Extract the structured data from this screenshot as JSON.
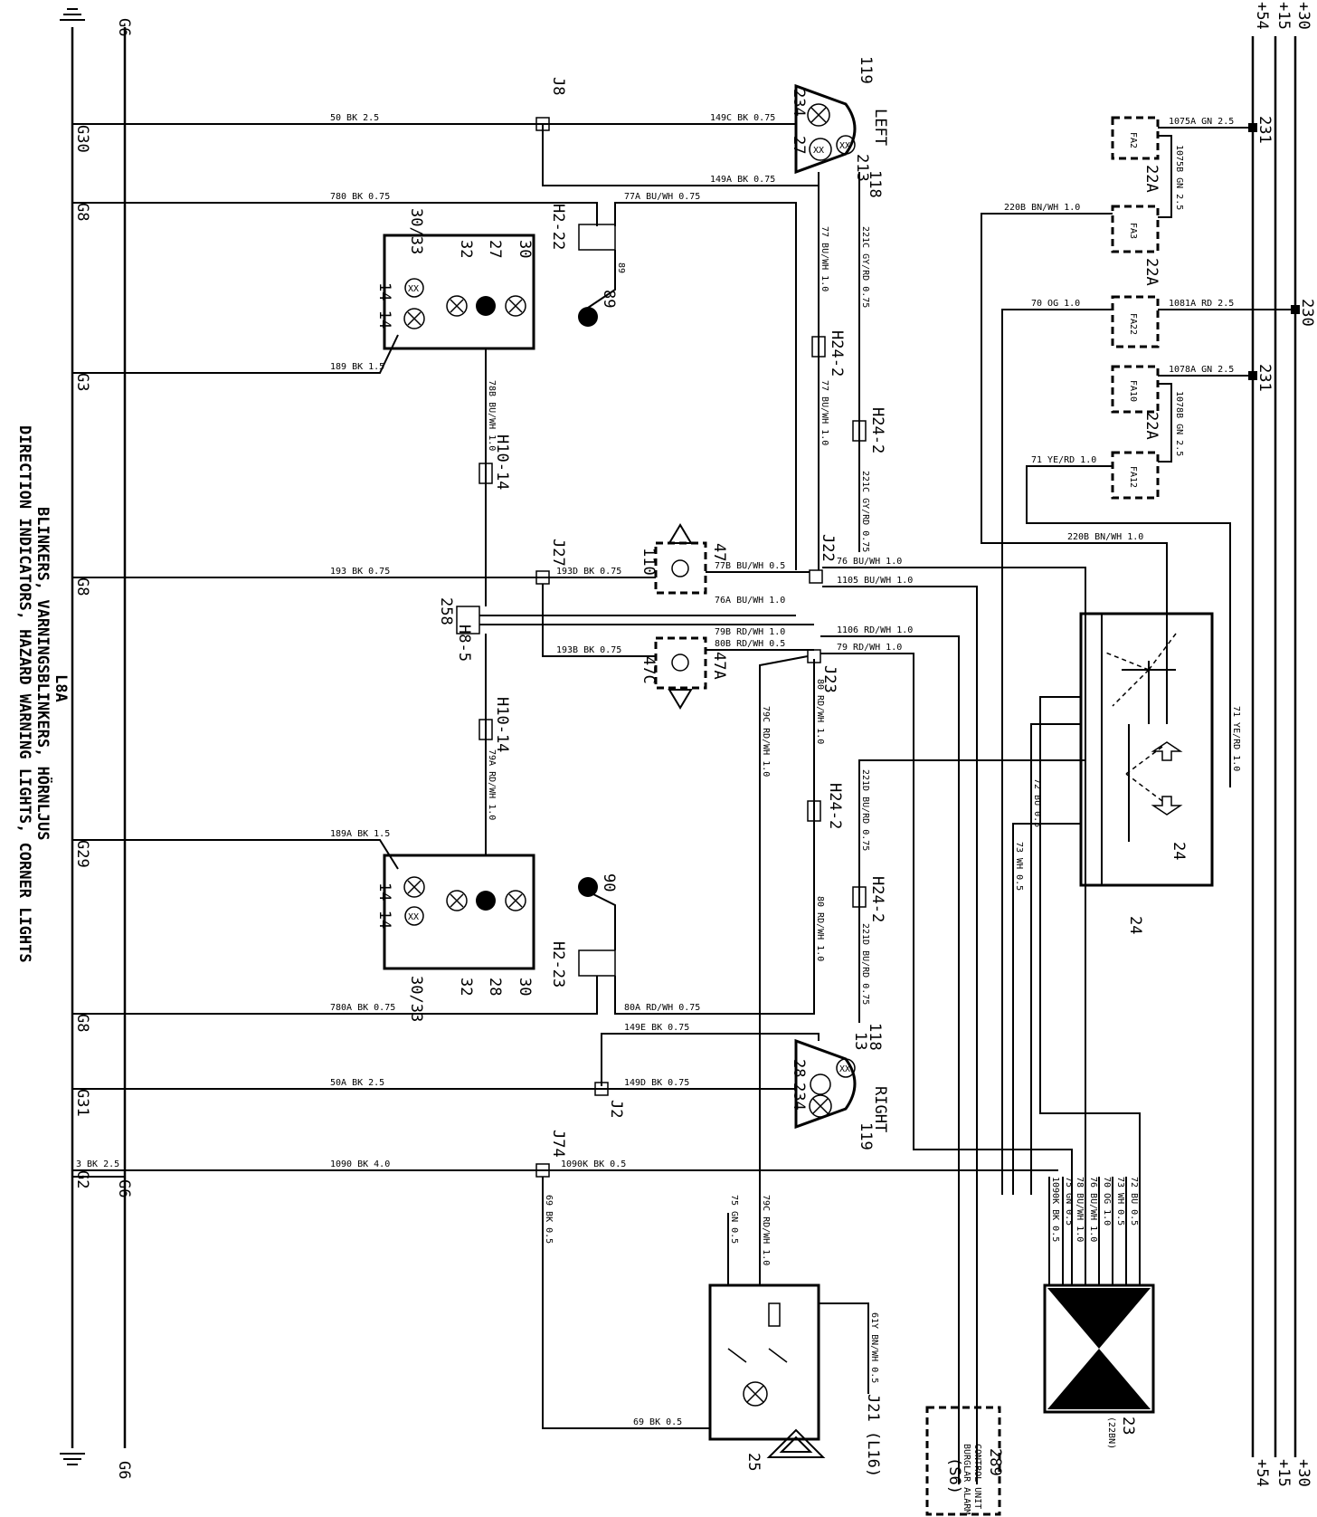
{
  "title": {
    "code": "L8A",
    "line1": "BLINKERS, VARNINGSBLINKERS, HÖRNLJUS",
    "line2": "DIRECTION INDICATORS, HAZARD WARNING LIGHTS, CORNER LIGHTS"
  },
  "rails": {
    "plus30": "+30",
    "plus15": "+15",
    "plus54": "+54"
  },
  "ground_bus": {
    "labels": [
      "G30",
      "G8",
      "G3",
      "G8",
      "G29",
      "G8",
      "G31",
      "G2"
    ],
    "end_label": "G6"
  },
  "components": {
    "left_lamp": {
      "label": "LEFT",
      "ids": [
        "119",
        "234",
        "27",
        "213",
        "118"
      ]
    },
    "right_lamp": {
      "label": "RIGHT",
      "ids": [
        "118",
        "13",
        "28",
        "234",
        "119"
      ]
    },
    "front_left_cluster": {
      "ids": [
        "30/33",
        "32",
        "27",
        "30"
      ],
      "pins": "14 14"
    },
    "rear_left_cluster": {
      "ids": [
        "30/33",
        "32",
        "28",
        "30"
      ],
      "pins": "14 14"
    },
    "side_89": "89",
    "side_90": "90",
    "repeater_47": [
      "47",
      "110"
    ],
    "repeater_47A": [
      "47A",
      "47C"
    ],
    "flasher_relay": "24",
    "switch_ref": "24",
    "control_module": {
      "id": "23",
      "sub": "(22BN)"
    },
    "hazard_switch": "25",
    "alarm_unit": {
      "id": "289",
      "line1": "CONTROL UNIT",
      "line2": "BURGLAR ALARM",
      "ref": "(S6)"
    },
    "j21": "J21 (L16)",
    "fuses": [
      {
        "box": "22A",
        "fuse": "FA2"
      },
      {
        "box": "22A",
        "fuse": "FA3"
      },
      {
        "box": "22A",
        "fuse": "FA22"
      },
      {
        "box": "22A",
        "fuse": "FA10"
      },
      {
        "box": "22A",
        "fuse": "FA12"
      }
    ],
    "power_nodes": [
      "231",
      "230",
      "231"
    ]
  },
  "connectors": {
    "j8": "J8",
    "j27": "J27",
    "j22": "J22",
    "j23": "J23",
    "j2": "J2",
    "j74": "J74",
    "h2_22": "H2-22",
    "h2_23": "H2-23",
    "h24_2": "H24-2",
    "h10_14": "H10-14",
    "h8_5": "H8-5",
    "h258": "258"
  },
  "wires": {
    "w50": "50 BK 2.5",
    "w149c": "149C BK 0.75",
    "w149a": "149A BK 0.75",
    "w780": "780 BK 0.75",
    "w77a": "77A BU/WH 0.75",
    "w189": "189 BK 1.5",
    "w193": "193 BK 0.75",
    "w193d": "193D BK 0.75",
    "w77b": "77B BU/WH 0.5",
    "w76a": "76A BU/WH 1.0",
    "w193b": "193B BK 0.75",
    "w79b": "79B RD/WH 1.0",
    "w80b": "80B RD/WH 0.5",
    "w189a": "189A BK 1.5",
    "w780a": "780A BK 0.75",
    "w80a": "80A RD/WH 0.75",
    "w149e": "149E BK 0.75",
    "w50a": "50A BK 2.5",
    "w149d": "149D BK 0.75",
    "w3": "3 BK 2.5",
    "w1090": "1090 BK 4.0",
    "w1090k": "1090K BK 0.5",
    "w76": "76 BU/WH 1.0",
    "w1105": "1105 BU/WH 1.0",
    "w1106": "1106 RD/WH 1.0",
    "w79": "79 RD/WH 1.0",
    "w1075a": "1075A GN 2.5",
    "w1075b": "1075B GN 2.5",
    "w220b": "220B BN/WH 1.0",
    "w70": "70 OG 1.0",
    "w1081a": "1081A RD 2.5",
    "w1078a": "1078A GN 2.5",
    "w1078b": "1078B GN 2.5",
    "w71": "71 YE/RD 1.0",
    "w72": "72 BU 0.5",
    "w73": "73 WH 0.5",
    "w69": "69 BK 0.5",
    "w75": "75 GN 0.5",
    "w79c": "79C RD/WH 1.0",
    "w61": "61Y BN/WH 0.5",
    "w77": "77 BU/WH 1.0",
    "w221c": "221C GY/RD 0.75",
    "w221d": "221D BU/RD 0.75",
    "w80": "80 RD/WH 1.0",
    "w78b": "78B BU/WH 1.0",
    "w79a": "79A RD/WH 1.0",
    "bus_labels": [
      "72 BU 0.5",
      "73 WH 0.5",
      "70 OG 1.0",
      "76 BU/WH 1.0",
      "78 BU/WH 1.0",
      "75 GN 0.5",
      "1090K BK 0.5"
    ]
  }
}
